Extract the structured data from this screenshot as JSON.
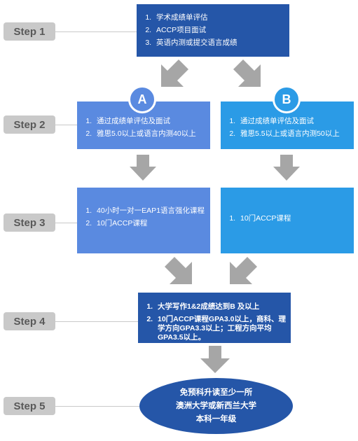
{
  "steps": [
    "Step 1",
    "Step 2",
    "Step 3",
    "Step 4",
    "Step 5"
  ],
  "step1": {
    "items": [
      "学术成绩单评估",
      "ACCP项目面试",
      "英语内测或提交语言成绩"
    ]
  },
  "paths": {
    "a": {
      "badge": "A",
      "step2": [
        "通过成绩单评估及面试",
        "雅思5.0以上或语言内测40以上"
      ],
      "step3": [
        "40小时一对一EAP1语言强化课程",
        "10门ACCP课程"
      ]
    },
    "b": {
      "badge": "B",
      "step2": [
        "通过成绩单评估及面试",
        "雅思5.5以上或语言内测50以上"
      ],
      "step3": [
        "10门ACCP课程"
      ]
    }
  },
  "step4": {
    "items": [
      "大学写作1&2成绩达到B 及以上",
      "10门ACCP课程GPA3.0以上，商科、理学方向GPA3.3以上；工程方向平均GPA3.5以上。"
    ]
  },
  "step5": {
    "lines": [
      "免预科升读至少一所",
      "澳洲大学或新西兰大学",
      "本科一年级"
    ]
  },
  "colors": {
    "dark": "#2556a8",
    "mid": "#5a8ae0",
    "light": "#2b9be6",
    "arrow": "#a6a6a6",
    "step": "#c9c9c9"
  }
}
